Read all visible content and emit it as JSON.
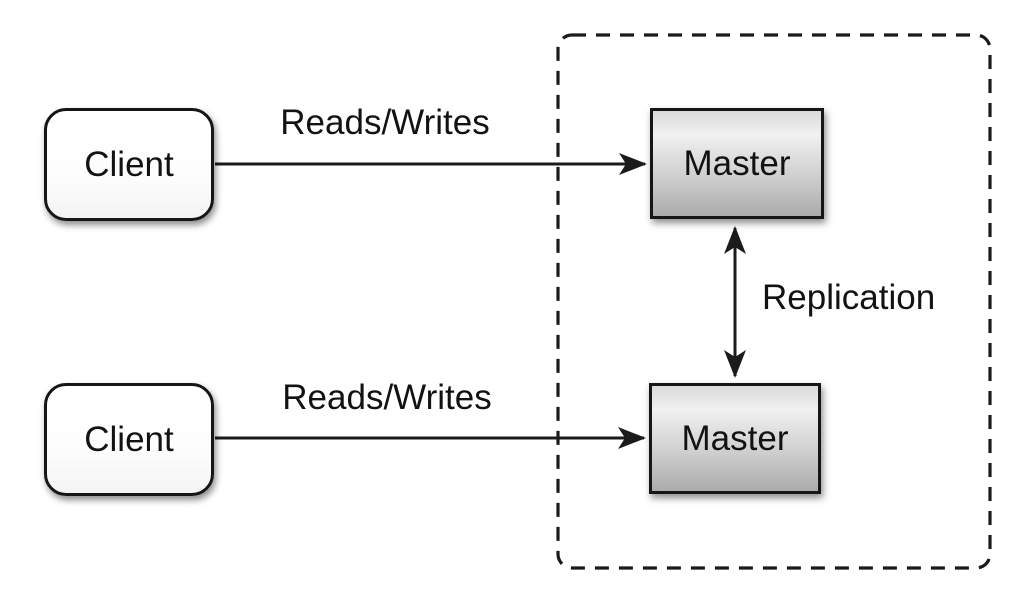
{
  "canvas": {
    "background": "#ffffff"
  },
  "group": {
    "name": "replication-zone",
    "border_style": "dashed",
    "border_color": "#1b1b1b"
  },
  "nodes": {
    "client_top": {
      "label": "Client",
      "shape": "rounded-rect",
      "fill": "#ffffff"
    },
    "client_bottom": {
      "label": "Client",
      "shape": "rounded-rect",
      "fill": "#ffffff"
    },
    "master_top": {
      "label": "Master",
      "shape": "rect",
      "fill_top": "#e8e8e8",
      "fill_bottom": "#ababab"
    },
    "master_bottom": {
      "label": "Master",
      "shape": "rect",
      "fill_top": "#e8e8e8",
      "fill_bottom": "#ababab"
    }
  },
  "edges": {
    "reads_writes_top": {
      "label": "Reads/Writes",
      "from": "client_top",
      "to": "master_top",
      "direction": "one-way"
    },
    "reads_writes_bottom": {
      "label": "Reads/Writes",
      "from": "client_bottom",
      "to": "master_bottom",
      "direction": "one-way"
    },
    "replication": {
      "label": "Replication",
      "from": "master_top",
      "to": "master_bottom",
      "direction": "two-way"
    }
  },
  "colors": {
    "stroke": "#1b1b1b",
    "text": "#121212"
  }
}
